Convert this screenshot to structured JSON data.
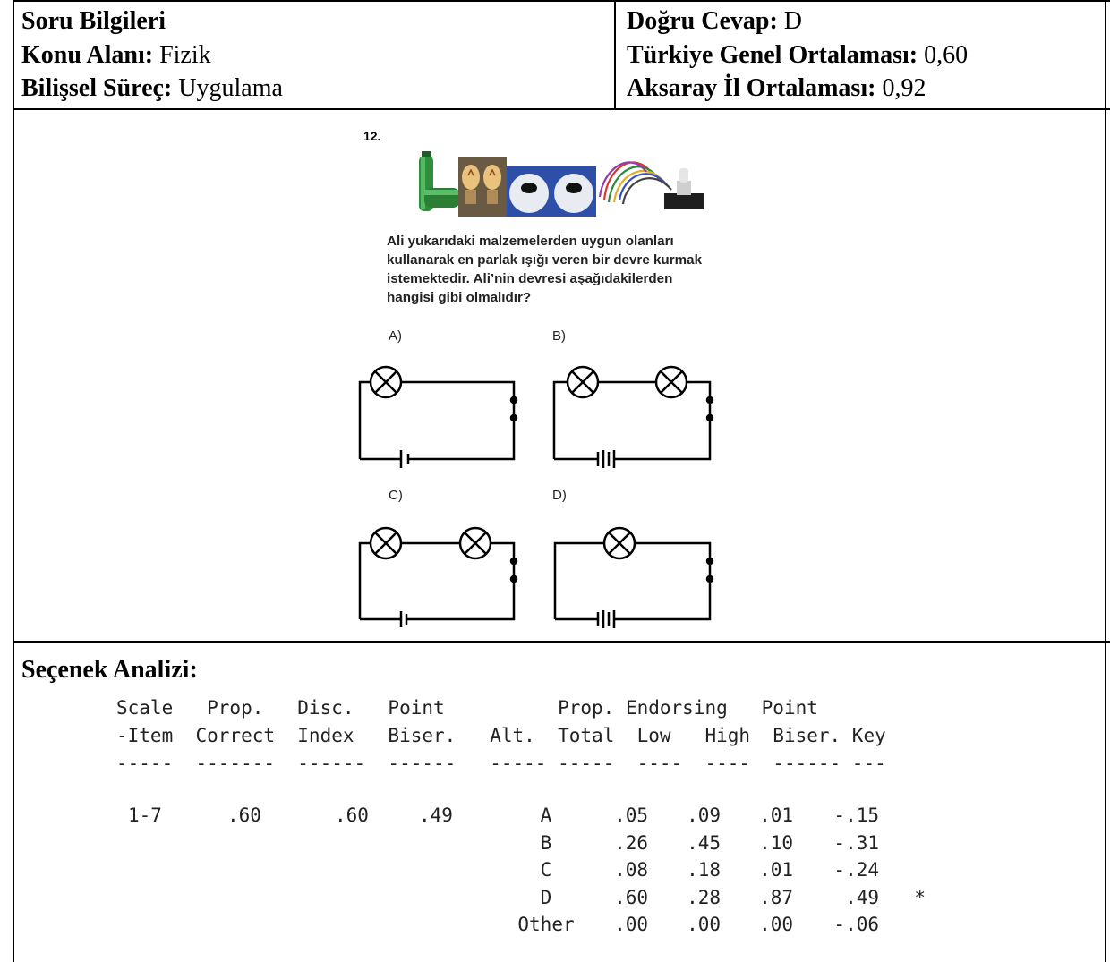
{
  "header": {
    "title": "Soru Bilgileri",
    "subject_label": "Konu Alanı:",
    "subject_value": "Fizik",
    "process_label": "Bilişsel Süreç:",
    "process_value": "Uygulama",
    "answer_label": "Doğru Cevap:",
    "answer_value": "D",
    "turkey_avg_label": "Türkiye Genel Ortalaması:",
    "turkey_avg_value": "0,60",
    "aksaray_avg_label": "Aksaray İl Ortalaması:",
    "aksaray_avg_value": "0,92"
  },
  "question": {
    "number": "12.",
    "text": "Ali yukarıdaki malzemelerden uygun olanları kullanarak en parlak ışığı veren bir devre kurmak istemektedir. Ali’nin devresi aşağıdakilerden hangisi gibi olmalıdır?",
    "options": [
      "A)",
      "B)",
      "C)",
      "D)"
    ],
    "materials": [
      "battery-icon",
      "bulb-icon",
      "socket-icon",
      "cable-icon",
      "switch-icon"
    ]
  },
  "analysis": {
    "title": "Seçenek Analizi:",
    "header_line1": "Scale   Prop.   Disc.   Point          Prop. Endorsing   Point",
    "header_line2": "-Item  Correct  Index   Biser.   Alt.  Total  Low   High  Biser. Key",
    "header_line3": "-----  -------  ------  ------   ----- -----  ----  ----  ------ ---",
    "scale_item": "1-7",
    "prop_correct": ".60",
    "disc_index": ".60",
    "point_biser": ".49",
    "rows": [
      {
        "alt": "A",
        "total": ".05",
        "low": ".09",
        "high": ".01",
        "biser": "-.15",
        "key": ""
      },
      {
        "alt": "B",
        "total": ".26",
        "low": ".45",
        "high": ".10",
        "biser": "-.31",
        "key": ""
      },
      {
        "alt": "C",
        "total": ".08",
        "low": ".18",
        "high": ".01",
        "biser": "-.24",
        "key": ""
      },
      {
        "alt": "D",
        "total": ".60",
        "low": ".28",
        "high": ".87",
        "biser": ".49",
        "key": "*"
      },
      {
        "alt": "Other",
        "total": ".00",
        "low": ".00",
        "high": ".00",
        "biser": "-.06",
        "key": ""
      }
    ]
  }
}
